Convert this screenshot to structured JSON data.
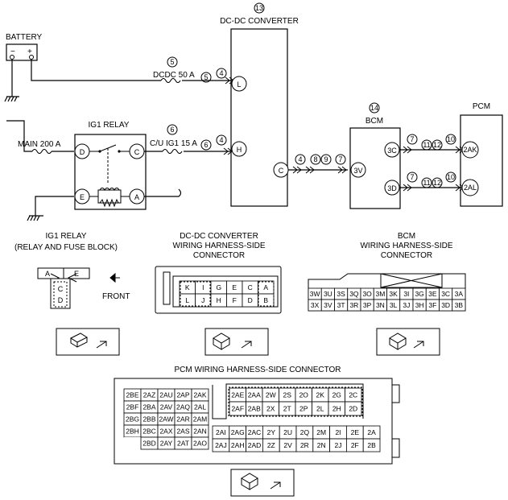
{
  "top": {
    "battery": "BATTERY",
    "dcdc_num": "13",
    "dcdc_title": "DC-DC CONVERTER",
    "bcm_num": "14",
    "bcm_title": "BCM",
    "pcm_title": "PCM",
    "ig1_title": "IG1 RELAY",
    "fuse_dcdc_num": "5",
    "fuse_dcdc": "DCDC 50 A",
    "fuse_cu_num": "6",
    "fuse_cu": "C/U IG1 15 A",
    "fuse_main": "MAIN 200 A",
    "plus": "+",
    "minus": "−",
    "pins": {
      "L": "L",
      "H": "H",
      "C": "C",
      "D": "D",
      "E": "E",
      "A": "A",
      "v3V": "3V",
      "v3C": "3C",
      "v3D": "3D",
      "v2AK": "2AK",
      "v2AL": "2AL"
    },
    "wire_nums": {
      "n4": "4",
      "n5": "5",
      "n6": "6",
      "n7": "7",
      "n8": "8",
      "n9": "9",
      "n10": "10",
      "n11": "11",
      "n12": "12"
    }
  },
  "ig1": {
    "title1": "IG1 RELAY",
    "title2": "(RELAY AND FUSE BLOCK)",
    "front": "FRONT",
    "cells": {
      "A": "A",
      "E": "E",
      "C": "C",
      "D": "D"
    }
  },
  "dcdc_conn": {
    "title1": "DC-DC CONVERTER",
    "title2": "WIRING HARNESS-SIDE",
    "title3": "CONNECTOR",
    "row1": [
      "K",
      "I",
      "G",
      "E",
      "C",
      "A"
    ],
    "row2": [
      "L",
      "J",
      "H",
      "F",
      "D",
      "B"
    ]
  },
  "bcm_conn": {
    "title1": "BCM",
    "title2": "WIRING HARNESS-SIDE",
    "title3": "CONNECTOR",
    "row1": [
      "3W",
      "3U",
      "3S",
      "3Q",
      "3O",
      "3M",
      "3K",
      "3I",
      "3G",
      "3E",
      "3C",
      "3A"
    ],
    "row2": [
      "3X",
      "3V",
      "3T",
      "3R",
      "3P",
      "3N",
      "3L",
      "3J",
      "3H",
      "3F",
      "3D",
      "3B"
    ]
  },
  "pcm_conn": {
    "title": "PCM WIRING HARNESS-SIDE CONNECTOR",
    "left_grid": [
      [
        "2BE",
        "2AZ",
        "2AU",
        "2AP",
        "2AK"
      ],
      [
        "2BF",
        "2BA",
        "2AV",
        "2AQ",
        "2AL"
      ],
      [
        "2BG",
        "2BB",
        "2AW",
        "2AR",
        "2AM"
      ],
      [
        "2BH",
        "2BC",
        "2AX",
        "2AS",
        "2AN"
      ],
      [
        "",
        "2BD",
        "2AY",
        "2AT",
        "2AO"
      ]
    ],
    "top_grid": [
      [
        "2AE",
        "2AA",
        "2W",
        "2S",
        "2O",
        "2K",
        "2G",
        "2C"
      ],
      [
        "2AF",
        "2AB",
        "2X",
        "2T",
        "2P",
        "2L",
        "2H",
        "2D"
      ]
    ],
    "bottom_grid": [
      [
        "2AI",
        "2AG",
        "2AC",
        "2Y",
        "2U",
        "2Q",
        "2M",
        "2I",
        "2E",
        "2A"
      ],
      [
        "2AJ",
        "2AH",
        "2AD",
        "2Z",
        "2V",
        "2R",
        "2N",
        "2J",
        "2F",
        "2B"
      ]
    ]
  }
}
